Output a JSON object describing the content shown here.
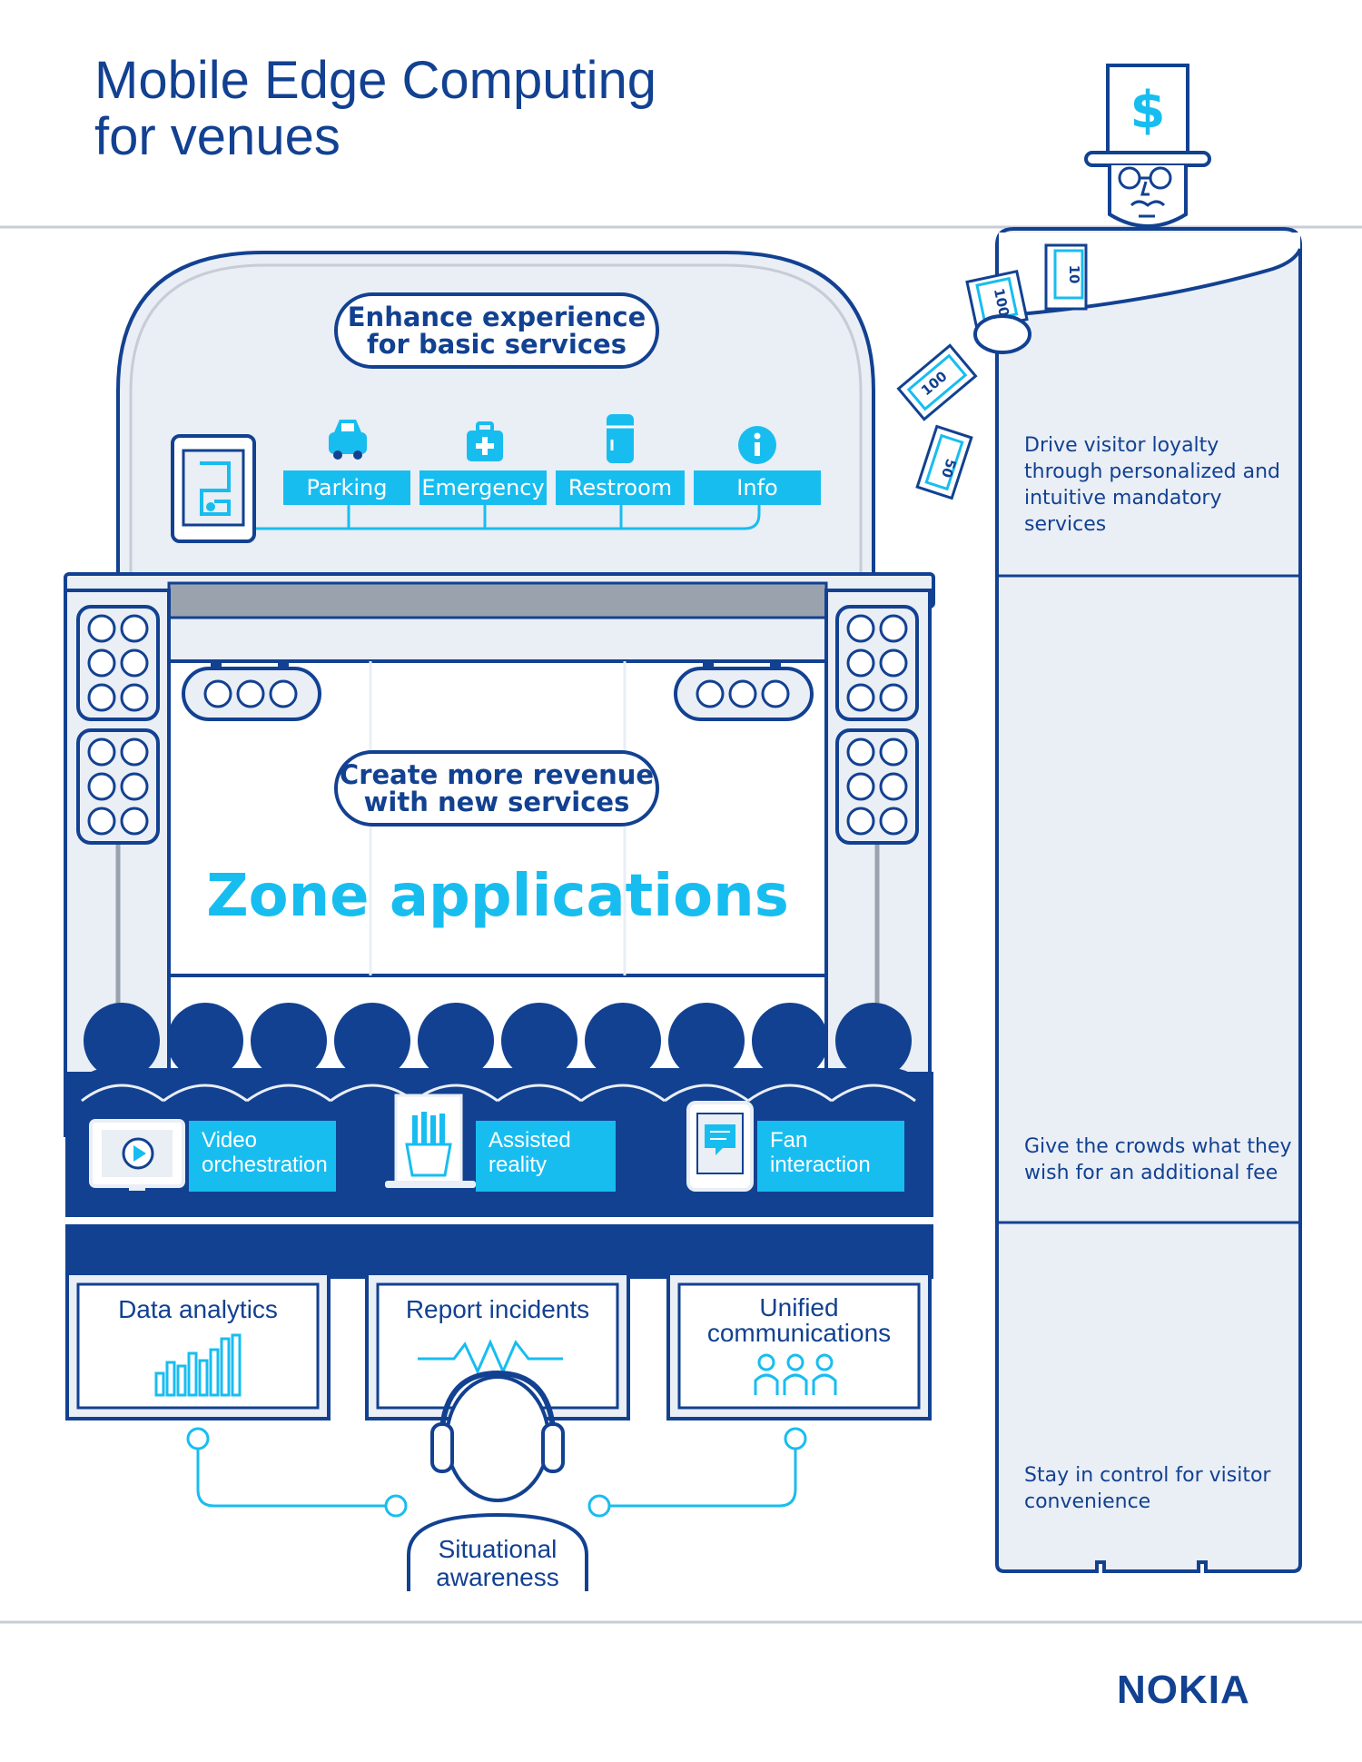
{
  "title": {
    "line1": "Mobile Edge Computing",
    "line2": "for venues"
  },
  "basic_services": {
    "heading_line1": "Enhance experience",
    "heading_line2": "for basic services",
    "items": [
      {
        "label": "Parking",
        "icon": "car-icon"
      },
      {
        "label": "Emergency",
        "icon": "first-aid-kit-icon"
      },
      {
        "label": "Restroom",
        "icon": "restroom-icon"
      },
      {
        "label": "Info",
        "icon": "info-icon"
      }
    ]
  },
  "revenue": {
    "heading_line1": "Create more revenue",
    "heading_line2": "with new services",
    "zone_title": "Zone applications"
  },
  "apps": [
    {
      "line1": "Video",
      "line2": "orchestration",
      "icon": "video-play-icon"
    },
    {
      "line1": "Assisted",
      "line2": "reality",
      "icon": "fries-icon"
    },
    {
      "line1": "Fan",
      "line2": "interaction",
      "icon": "chat-tablet-icon"
    }
  ],
  "screens": [
    {
      "line1": "Data analytics",
      "line2": ""
    },
    {
      "line1": "Report incidents",
      "line2": ""
    },
    {
      "line1": "Unified",
      "line2": "communications"
    }
  ],
  "operator": {
    "line1": "Situational",
    "line2": "awareness"
  },
  "side_panel": {
    "text1": "Drive visitor loyalty through personalized and intuitive mandatory services",
    "text2": "Give the crowds what they wish for an additional fee",
    "text3": "Stay in control for visitor convenience",
    "hat_symbol": "$",
    "notes": [
      "100",
      "100",
      "50",
      "10"
    ]
  },
  "brand": "NOKIA",
  "colors": {
    "navy": "#124191",
    "cyan": "#18bdf0",
    "panel": "#eaeef5",
    "grey": "#9aa2ad"
  }
}
